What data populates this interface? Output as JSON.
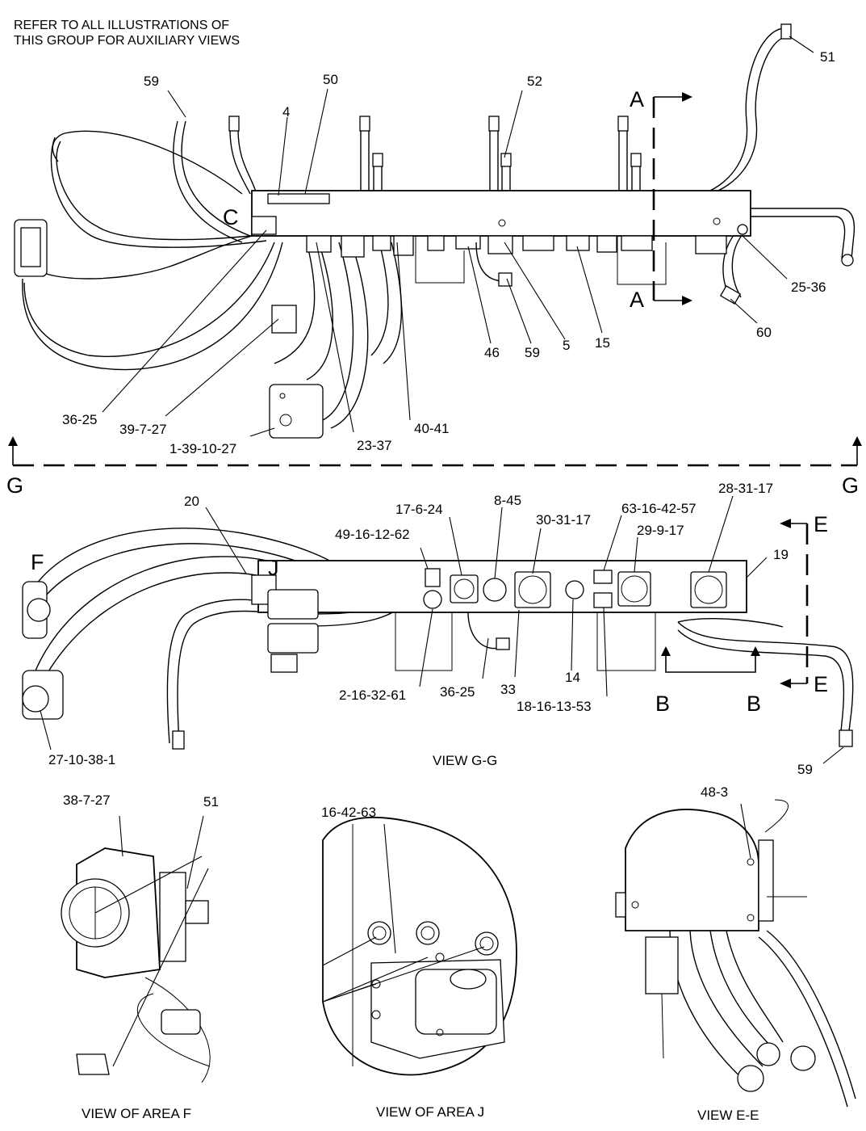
{
  "header_note": {
    "line1": "REFER TO ALL ILLUSTRATIONS OF",
    "line2": "THIS GROUP FOR AUXILIARY VIEWS"
  },
  "section_markers": {
    "A_top": "A",
    "A_bottom": "A",
    "C": "C",
    "G_left": "G",
    "G_right": "G",
    "F": "F",
    "J": "J",
    "E_top": "E",
    "E_bottom": "E",
    "B_left": "B",
    "B_right": "B"
  },
  "main_view_callouts": {
    "c59_top": "59",
    "c4": "4",
    "c50": "50",
    "c52": "52",
    "c51_top": "51",
    "c36_25": "36-25",
    "c39_7_27": "39-7-27",
    "c1_39_10_27": "1-39-10-27",
    "c23_37": "23-37",
    "c40_41": "40-41",
    "c46": "46",
    "c59_mid": "59",
    "c5": "5",
    "c15": "15",
    "c25_36": "25-36",
    "c60": "60"
  },
  "view_gg_callouts": {
    "c20": "20",
    "c17_6_24": "17-6-24",
    "c8_45": "8-45",
    "c49_16_12_62": "49-16-12-62",
    "c30_31_17": "30-31-17",
    "c63_16_42_57": "63-16-42-57",
    "c28_31_17": "28-31-17",
    "c19": "19",
    "c29_9_17": "29-9-17",
    "c2_16_32_61": "2-16-32-61",
    "c36_25": "36-25",
    "c33": "33",
    "c14": "14",
    "c18_16_13_53": "18-16-13-53",
    "c27_10_38_1": "27-10-38-1",
    "c59": "59"
  },
  "view_titles": {
    "gg": "VIEW G-G",
    "area_f": "VIEW OF AREA F",
    "area_j": "VIEW OF AREA J",
    "ee": "VIEW E-E"
  },
  "detail_callouts": {
    "c38_7_27": "38-7-27",
    "c51": "51",
    "c16_42_63": "16-42-63",
    "c48_3": "48-3"
  }
}
